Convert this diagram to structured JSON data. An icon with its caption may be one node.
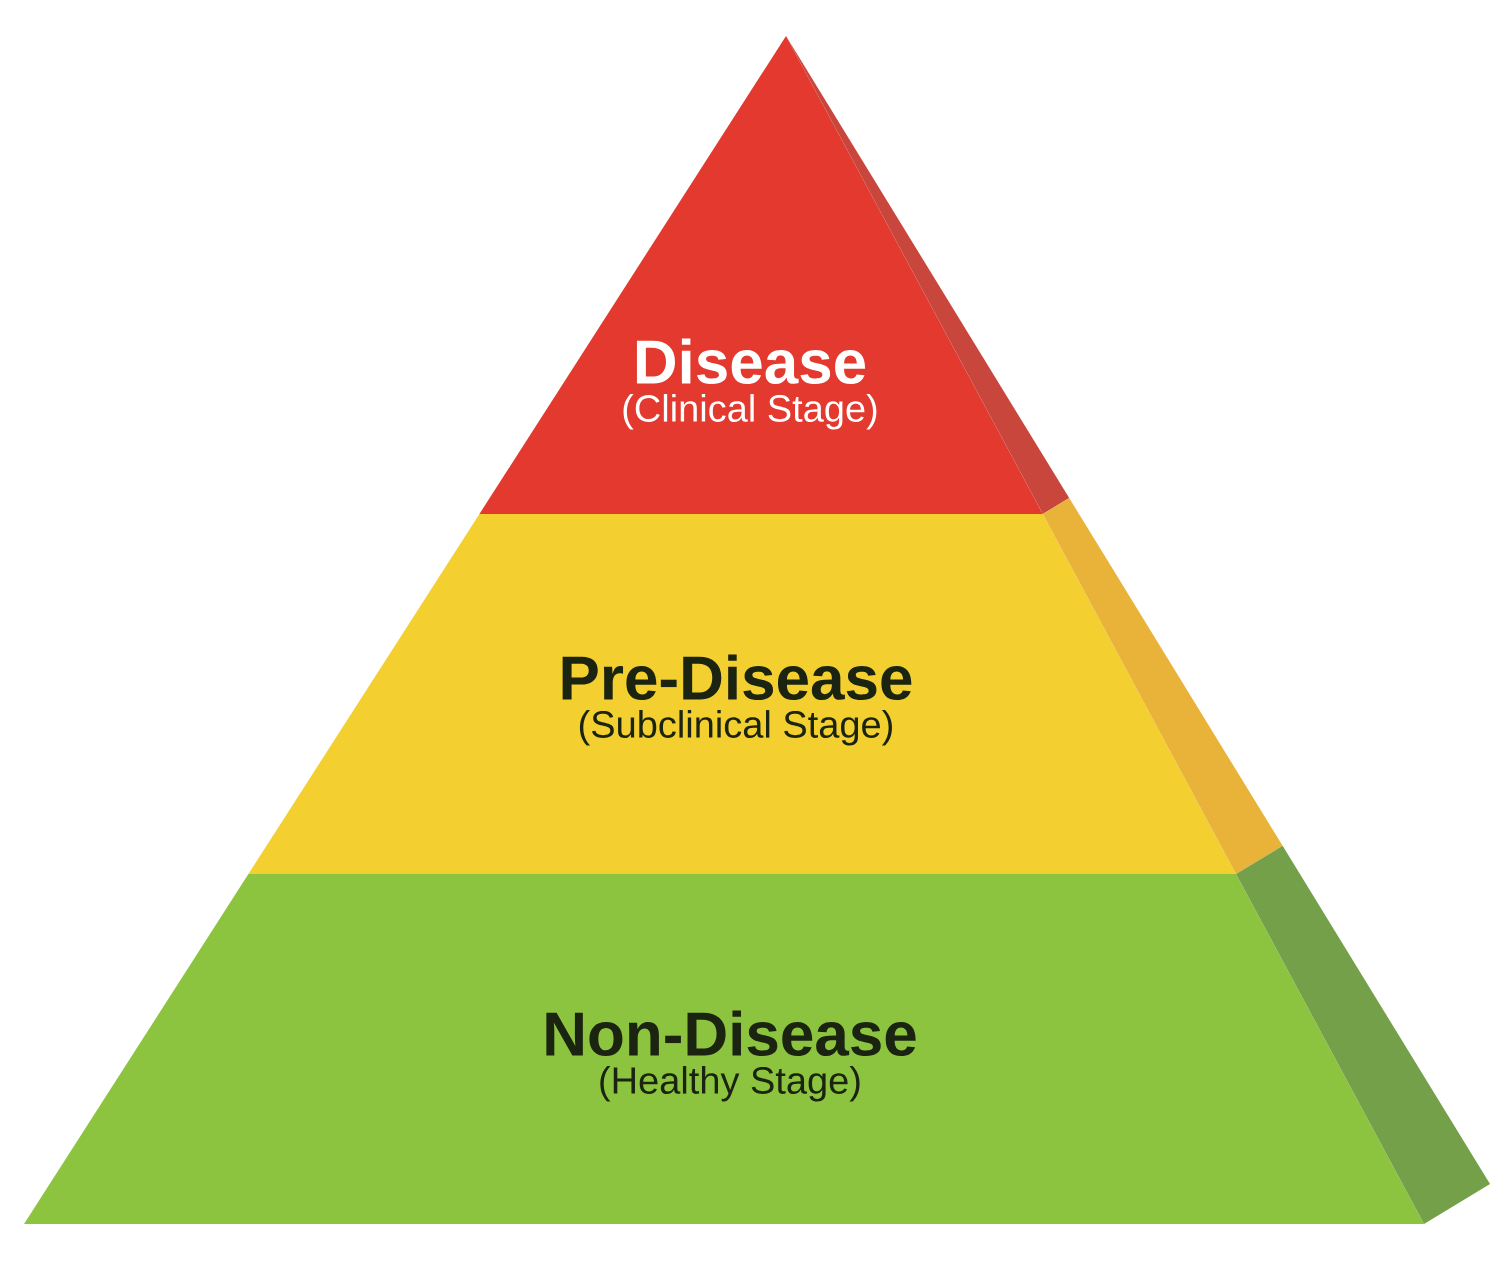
{
  "diagram": {
    "nodes": [
      {
        "text": [
          "Disease",
          "(Clinical Stage)"
        ]
      },
      {
        "text": [
          "Pre-Disease",
          "(Subclinical Stage)"
        ]
      },
      {
        "text": [
          "Non-Disease",
          "(Healthy Stage)"
        ]
      }
    ]
  }
}
